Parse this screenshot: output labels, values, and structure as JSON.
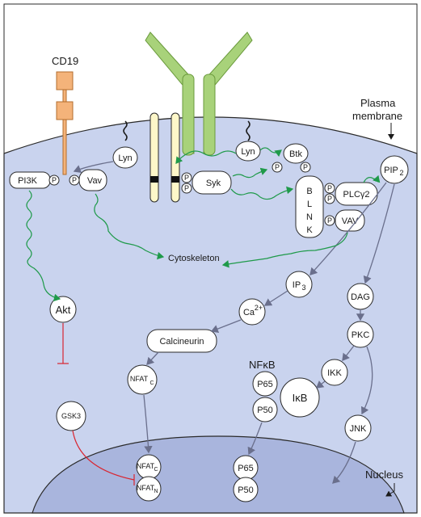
{
  "labels": {
    "cd19": "CD19",
    "plasma_membrane_line1": "Plasma",
    "plasma_membrane_line2": "membrane",
    "nucleus": "Nucleus",
    "lyn_left": "Lyn",
    "lyn_right": "Lyn",
    "pi3k": "PI3K",
    "vav_left": "Vav",
    "syk": "Syk",
    "btk": "Btk",
    "blnk": [
      "B",
      "L",
      "N",
      "K"
    ],
    "plcg2": "PLCγ2",
    "vav_right": "VAV",
    "pip2_main": "PIP",
    "pip2_sub": "2",
    "cytoskeleton": "Cytoskeleton",
    "akt": "Akt",
    "gsk3": "GSK3",
    "ip3_main": "IP",
    "ip3_sub": "3",
    "ca_main": "Ca",
    "ca_sup": "2+",
    "calcineurin": "Calcineurin",
    "nfatc_main": "NFAT",
    "nfatc_sub": "C",
    "nfatn_sub": "N",
    "dag": "DAG",
    "pkc": "PKC",
    "ikk": "IKK",
    "jnk": "JNK",
    "nfkb": "NFκB",
    "p65": "P65",
    "p50": "P50",
    "ikb": "IκB",
    "phospho": "P"
  },
  "colors": {
    "cytoplasm": "#c9d3ee",
    "nucleus": "#a9b5dd",
    "membrane_line": "#2a2a2a",
    "receptor_green": "#a8d27a",
    "receptor_green_stroke": "#6a9a3c",
    "cd19_box": "#f4b37a",
    "cd19_box_stroke": "#b36d2c",
    "igab_chain": "#fdf7c9",
    "signal_green": "#1f9a4a",
    "inhibit_red": "#d9242f",
    "arrow_gray": "#6a6f8c"
  }
}
